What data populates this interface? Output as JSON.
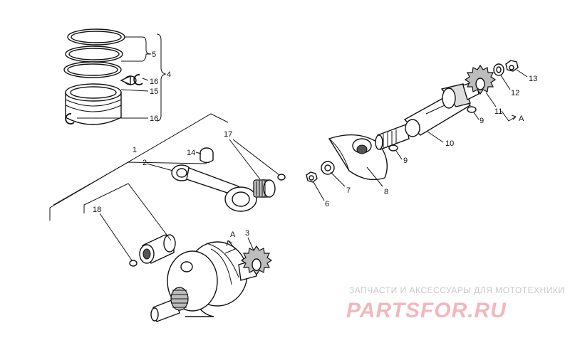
{
  "labels": {
    "l1": "1",
    "l2": "2",
    "l3": "3",
    "l4": "4",
    "l5": "5",
    "l6": "6",
    "l7": "7",
    "l8": "8",
    "l9a": "9",
    "l9b": "9",
    "l10": "10",
    "l11": "11",
    "l12": "12",
    "l13": "13",
    "l14": "14",
    "l15": "15",
    "l16a": "16",
    "l16b": "16",
    "l17": "17",
    "l18": "18",
    "arrowA1": "A",
    "arrowA2": "A"
  },
  "watermark": {
    "tagline": "ЗАПЧАСТИ И АКСЕССУАРЫ ДЛЯ МОТОТЕХНИКИ",
    "logo": "PARTSFOR.RU"
  },
  "colors": {
    "line": "#111111",
    "watermark_logo": "#f2b7bd",
    "watermark_text": "#c9c9c9"
  }
}
